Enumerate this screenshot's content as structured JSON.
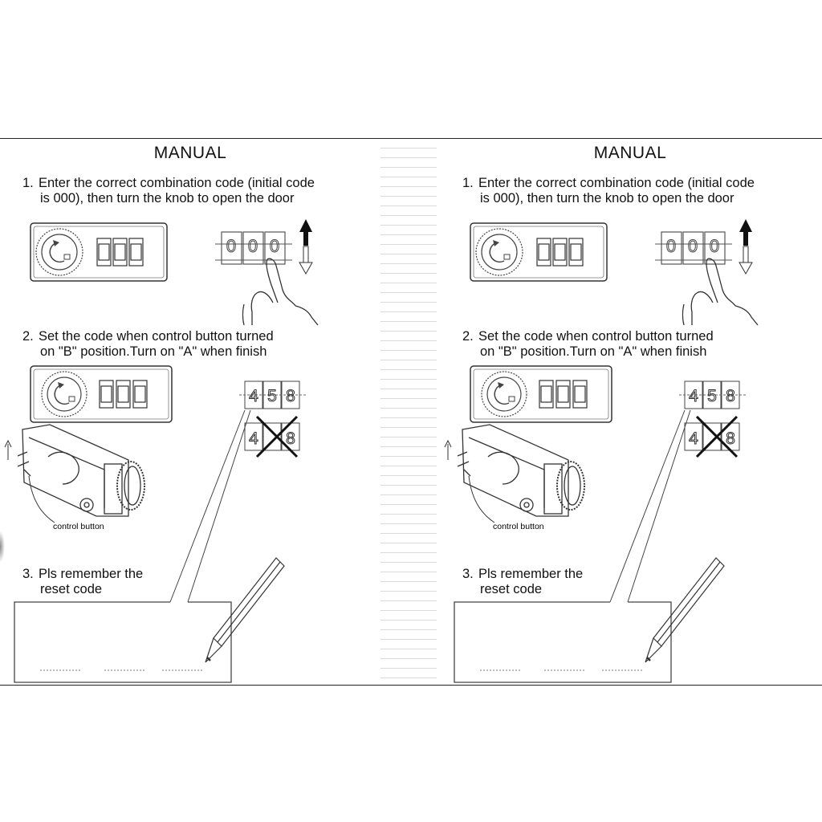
{
  "pages": [
    {
      "title": "MANUAL",
      "step1": {
        "num": "1.",
        "line1": "Enter the correct combination code (initial code",
        "line2": "is 000), then turn the knob to open the door"
      },
      "step2": {
        "num": "2.",
        "line1": "Set the code when control button turned",
        "line2": "on \"B\" position.Turn on \"A\" when finish"
      },
      "step3": {
        "num": "3.",
        "line1": "Pls remember the",
        "line2": "reset code"
      },
      "dials_initial": [
        "0",
        "0",
        "0"
      ],
      "dials_set": [
        "4",
        "5",
        "8"
      ],
      "control_button_label": "control button"
    },
    {
      "title": "MANUAL",
      "step1": {
        "num": "1.",
        "line1": "Enter the correct combination code (initial code",
        "line2": "is 000), then turn the knob to open the door"
      },
      "step2": {
        "num": "2.",
        "line1": "Set the code when control button turned",
        "line2": "on \"B\" position.Turn on \"A\" when finish"
      },
      "step3": {
        "num": "3.",
        "line1": "Pls remember the",
        "line2": "reset code"
      },
      "dials_initial": [
        "0",
        "0",
        "0"
      ],
      "dials_set": [
        "4",
        "5",
        "8"
      ],
      "control_button_label": "control button"
    }
  ]
}
